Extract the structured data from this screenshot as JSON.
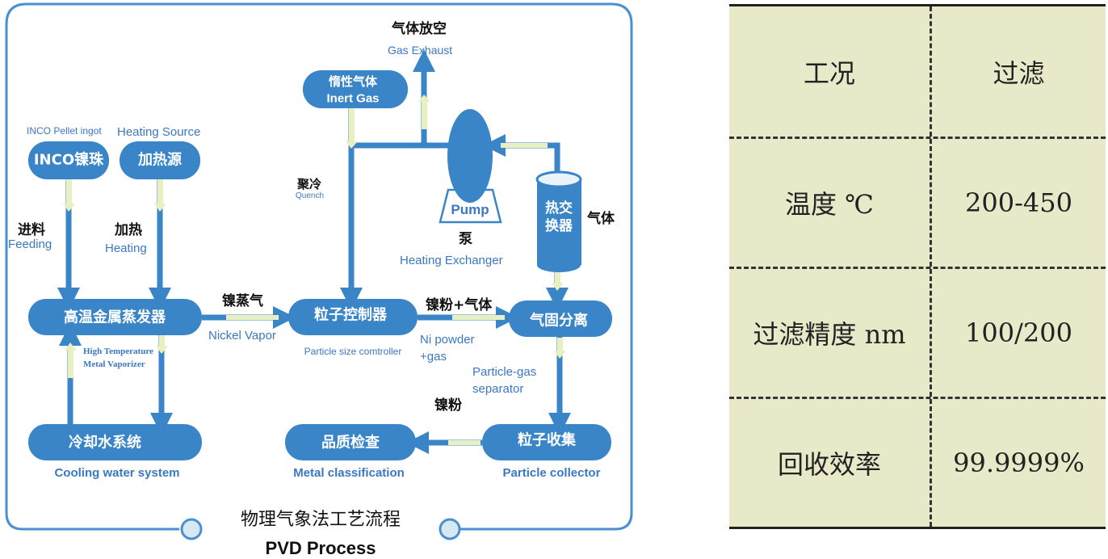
{
  "diagram": {
    "title_cn": "物理气象法工艺流程",
    "title_en": "PVD Process",
    "nodes": {
      "inco": {
        "cn": "INCO镍珠",
        "en": "INCO Pellet ingot"
      },
      "heating_source": {
        "cn": "加热源",
        "en": "Heating  Source"
      },
      "vaporizer": {
        "cn": "高温金属蒸发器",
        "en_line1": "High Temperature",
        "en_line2": "Metal Vaporizer"
      },
      "cooling": {
        "cn": "冷却水系统",
        "en": "Cooling water system"
      },
      "inert_gas": {
        "cn": "惰性气体",
        "en": "Inert Gas"
      },
      "particle_controller": {
        "cn": "粒子控制器",
        "en": "Particle size comtroller"
      },
      "separator": {
        "cn": "气固分离",
        "en_line1": "Particle-gas",
        "en_line2": "separator"
      },
      "collector": {
        "cn": "粒子收集",
        "en": "Particle collector"
      },
      "classification": {
        "cn": "品质检查",
        "en": "Metal classification"
      },
      "pump": {
        "cn": "泵",
        "en": "Pump"
      },
      "heat_exchanger": {
        "cn_line1": "热交",
        "cn_line2": "换器",
        "en": "Heating Exchanger"
      }
    },
    "labels": {
      "feeding": {
        "cn": "进料",
        "en": "Feeding"
      },
      "heating": {
        "cn": "加热",
        "en": "Heating"
      },
      "quench": {
        "cn": "聚冷",
        "en": "Quench"
      },
      "gas_exhaust": {
        "cn": "气体放空",
        "en": "Gas Exhaust"
      },
      "gas": {
        "cn": "气体"
      },
      "nickel_vapor": {
        "cn": "镍蒸气",
        "en": "Nickel Vapor"
      },
      "ni_powder_gas": {
        "cn": "镍粉+气体",
        "en_line1": "Ni powder",
        "en_line2": "+gas"
      },
      "ni_powder": {
        "cn": "镍粉"
      }
    },
    "colors": {
      "primary": "#3a85c8",
      "arrow_highlight": "#e8efc0",
      "text_en": "#3a78c2"
    }
  },
  "table": {
    "rows": [
      {
        "label": "工况",
        "value": "过滤"
      },
      {
        "label": "温度 ℃",
        "value": "200-450"
      },
      {
        "label": "过滤精度 nm",
        "value": "100/200"
      },
      {
        "label": "回收效率",
        "value": "99.9999%"
      }
    ],
    "background": "#e8e9c9"
  }
}
